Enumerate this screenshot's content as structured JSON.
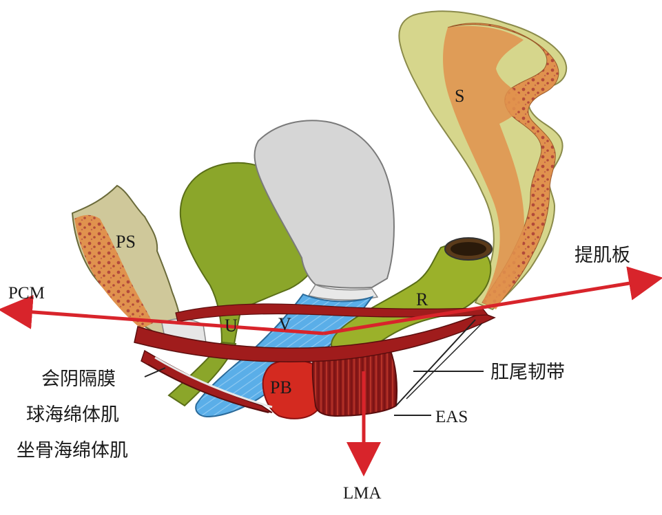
{
  "labels": {
    "sacrum": "S",
    "pubic_symphysis": "PS",
    "urethra": "U",
    "vagina": "V",
    "rectum": "R",
    "perineal_body": "PB",
    "pcm": "PCM",
    "levator_plate": "提肌板",
    "anococcygeal_ligament": "肛尾韧带",
    "eas": "EAS",
    "lma": "LMA",
    "perineal_membrane": "会阴隔膜",
    "bulbospongiosus": "球海绵体肌",
    "ischiocavernosus": "坐骨海绵体肌"
  },
  "colors": {
    "arrow": "#d8242b",
    "muscle": "#a01c1c",
    "bladder": "#8ba62a",
    "uterus": "#d6d6d6",
    "vagina": "#5aaee8",
    "sacrum_outer": "#d6d68c",
    "sacrum_inner": "#e0924e",
    "bone_marrow": "#b24a3a",
    "pubic_bone": "#cfc89a",
    "rectum": "#9bb12a",
    "perineal_body": "#d42a20"
  }
}
